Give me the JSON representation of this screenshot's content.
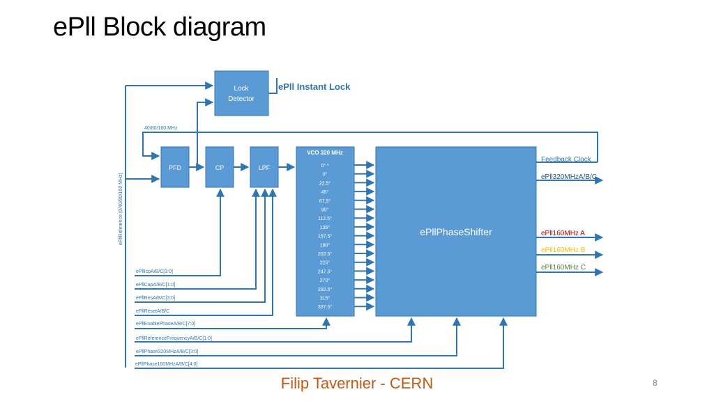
{
  "title": "ePll Block diagram",
  "footer": "Filip Tavernier - CERN",
  "page_number": "8",
  "blocks": {
    "lock_detector_line1": "Lock",
    "lock_detector_line2": "Detector",
    "pfd": "PFD",
    "cp": "CP",
    "lpf": "LPF",
    "vco_title": "VCO 320 MHz",
    "phase_shifter": "ePllPhaseShifter"
  },
  "vco_phases": [
    "0° *",
    "0°",
    "22.5°",
    "45°",
    "67.5°",
    "90°",
    "112.5°",
    "135°",
    "157.5°",
    "180°",
    "202.5°",
    "225°",
    "247.5°",
    "270°",
    "292.5°",
    "315°",
    "337.5°"
  ],
  "labels": {
    "instant_lock": "ePll Instant Lock",
    "freq_select": "40/80/160 MHz",
    "reference_vertical": "ePllReference (0/40/80/160 MHz)",
    "feedback_clock": "Feedback Clock"
  },
  "outputs": [
    {
      "label": "ePll320MHzA/B/C",
      "color": "#1f4e9c"
    },
    {
      "label": "ePll160MHz A",
      "color": "#c00000"
    },
    {
      "label": "ePll160MHz B",
      "color": "#ffc000"
    },
    {
      "label": "ePll160MHz C",
      "color": "#548235"
    }
  ],
  "control_inputs": [
    "ePllIcpA/B/C[3:0]",
    "ePllCapA/B/C[1:0]",
    "ePllResA/B/C[3:0]",
    "ePllResetA/B/C",
    "ePllEnablePhaseA/B/C[7:0]",
    "ePllReferenceFrequencyA/B/C[1:0]",
    "ePllPhase320MHzA/B/C[3:0]",
    "ePllPhase160MHzA/B/C[4:0]"
  ],
  "colors": {
    "block_fill": "#5b9bd5",
    "wire": "#2e75b6",
    "footer": "#c55a11"
  }
}
